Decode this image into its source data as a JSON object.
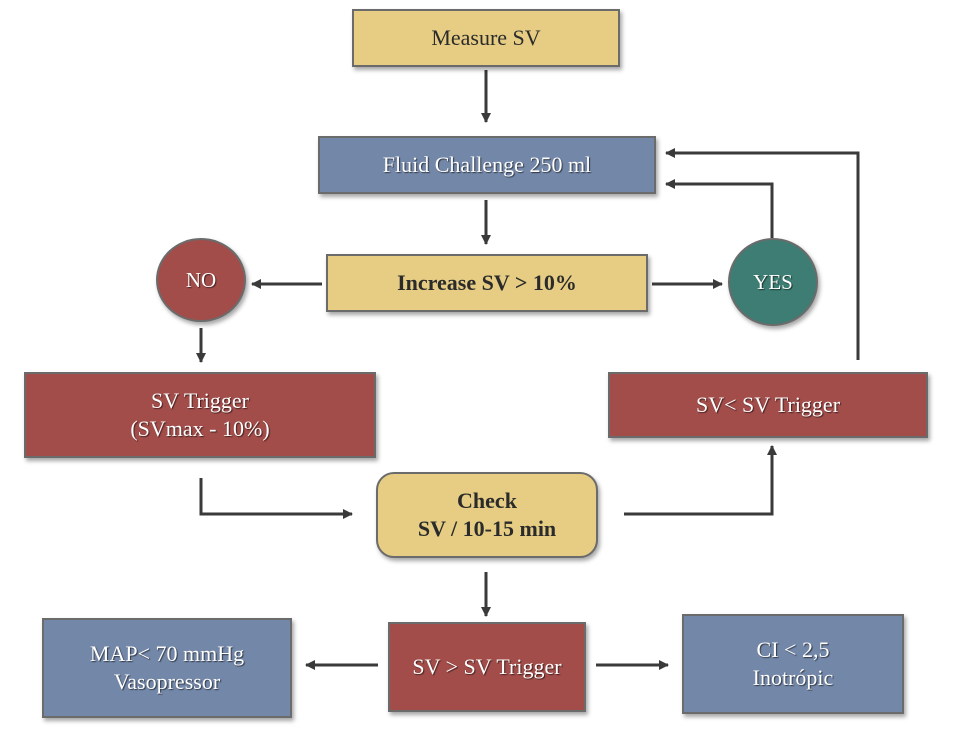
{
  "nodes": {
    "measure_sv": "Measure SV",
    "fluid_challenge": "Fluid Challenge 250 ml",
    "increase_sv": "Increase SV > 10%",
    "no": "NO",
    "yes": "YES",
    "sv_trigger_line1": "SV Trigger",
    "sv_trigger_line2": "(SVmax - 10%)",
    "sv_less_trigger": "SV< SV Trigger",
    "check_line1": "Check",
    "check_line2": "SV / 10-15 min",
    "sv_greater_trigger": "SV > SV Trigger",
    "map_line1": "MAP< 70 mmHg",
    "map_line2": "Vasopressor",
    "ci_line1": "CI < 2,5",
    "ci_line2": "Inotrópic"
  },
  "colors": {
    "yellow": "#e6cd83",
    "blue": "#7387a8",
    "red": "#a24d4a",
    "teal": "#3d7d73",
    "arrow": "#3a3a3a"
  }
}
